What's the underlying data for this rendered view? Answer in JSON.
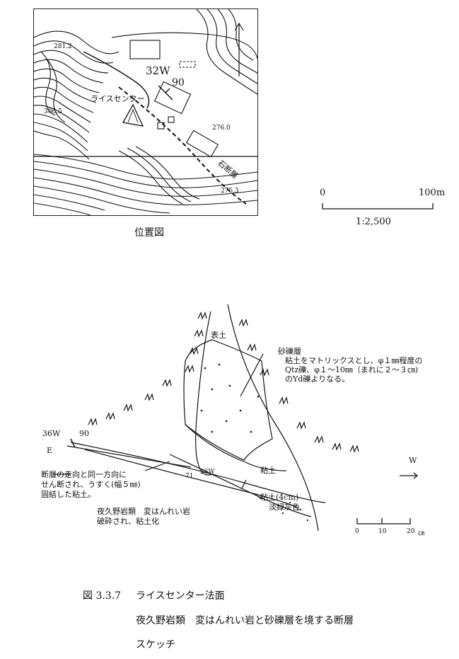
{
  "location_map": {
    "caption": "位置図",
    "elev_labels": [
      "281.2",
      "306.5",
      "276.0",
      "275.3"
    ],
    "strike_dip": {
      "strike": "32W",
      "dip": "90"
    },
    "site_label": "ライスセンター",
    "fault_label": "石断層"
  },
  "scale_bar_map": {
    "zero": "0",
    "end": "100m",
    "ratio": "1:2,500"
  },
  "sketch": {
    "topsoil": "表土",
    "gravel_title": "砂礫層",
    "gravel_desc": [
      "粘土をマトリックスとし、φ１㎜程度の",
      "Qtz礫、φ１～10㎜（まれに２～３㎝)",
      "のYd礫よりなる。"
    ],
    "left_strike": "36W",
    "left_dip": "90",
    "east": "E",
    "west": "W",
    "clay": "粘土",
    "fault_dip_num": "71",
    "fault_strike": "26W",
    "clay_thin": "粘土(4cm)",
    "clay_color": "淡緑灰色",
    "fault_clay_note": [
      "断層の走向と同一方向に",
      "せん断され、うすく(幅５㎜)",
      "固結した粘土。"
    ],
    "rock_note": [
      "夜久野岩類　変はんれい岩",
      "破砕され、粘土化"
    ]
  },
  "scale_bar_sketch": {
    "zero": "0",
    "mid": "10",
    "end": "20",
    "unit": "㎝"
  },
  "figure_caption": {
    "number": "図 3.3.7",
    "title": "ライスセンター法面",
    "line2": "夜久野岩類　変はんれい岩と砂礫層を境する断層",
    "line3": "スケッチ"
  }
}
